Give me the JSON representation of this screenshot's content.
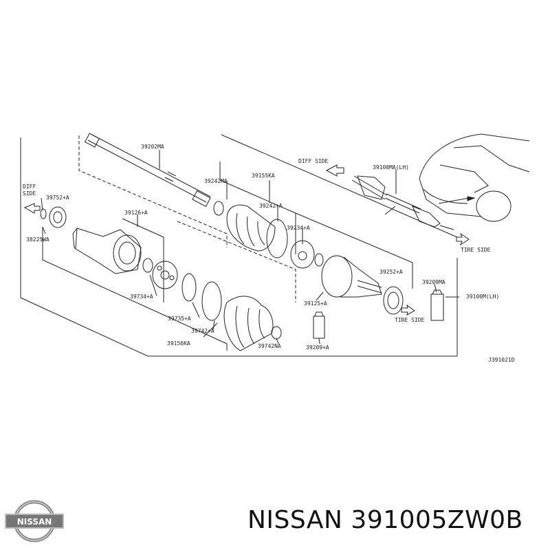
{
  "diagram": {
    "code": "J391021D",
    "parts": {
      "p39202MA": "39202MA",
      "p39242MA": "39242MA",
      "p39155KA": "39155KA",
      "p39242A": "39242+A",
      "p39100MA_LH_top": "39100MA(LH)",
      "p39752A": "39752+A",
      "p38225WA": "38225WA",
      "p39126A": "39126+A",
      "p39234A": "39234+A",
      "p39734A": "39734+A",
      "p39735A": "39735+A",
      "p39742A": "39742+A",
      "p39156KA": "39156KA",
      "p39742NA": "39742NA",
      "p39125A": "39125+A",
      "p39209A": "39209+A",
      "p39252A": "39252+A",
      "p39209MA": "39209MA",
      "p39100MA_LH_right": "39100M(LH)"
    },
    "directions": {
      "diff_side_top": "DIFF SIDE",
      "diff_side_left_1": "DIFF",
      "diff_side_left_2": "SIDE",
      "tire_side_top": "TIRE SIDE",
      "tire_side_bottom": "TIRE SIDE"
    }
  },
  "footer": {
    "brand_logo_text": "NISSAN",
    "title": "NISSAN 391005ZW0B"
  }
}
